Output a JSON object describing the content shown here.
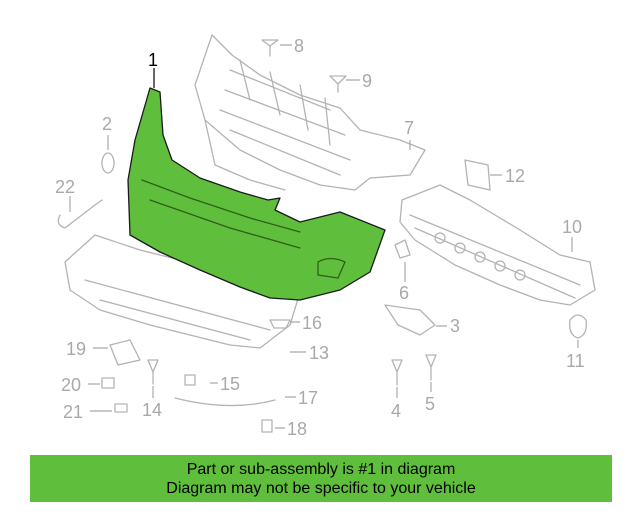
{
  "diagram": {
    "highlight_color": "#5fbf3c",
    "callouts": [
      {
        "id": "1",
        "label": "1"
      },
      {
        "id": "2",
        "label": "2"
      },
      {
        "id": "3",
        "label": "3"
      },
      {
        "id": "4",
        "label": "4"
      },
      {
        "id": "5",
        "label": "5"
      },
      {
        "id": "6",
        "label": "6"
      },
      {
        "id": "7",
        "label": "7"
      },
      {
        "id": "8",
        "label": "8"
      },
      {
        "id": "9",
        "label": "9"
      },
      {
        "id": "10",
        "label": "10"
      },
      {
        "id": "11",
        "label": "11"
      },
      {
        "id": "12",
        "label": "12"
      },
      {
        "id": "13",
        "label": "13"
      },
      {
        "id": "14",
        "label": "14"
      },
      {
        "id": "15",
        "label": "15"
      },
      {
        "id": "16",
        "label": "16"
      },
      {
        "id": "17",
        "label": "17"
      },
      {
        "id": "18",
        "label": "18"
      },
      {
        "id": "19",
        "label": "19"
      },
      {
        "id": "20",
        "label": "20"
      },
      {
        "id": "21",
        "label": "21"
      },
      {
        "id": "22",
        "label": "22"
      }
    ]
  },
  "banner": {
    "line1": "Part or sub-assembly is #1 in diagram",
    "line2": "Diagram may not be specific to your vehicle",
    "background": "#5fbf3c"
  }
}
